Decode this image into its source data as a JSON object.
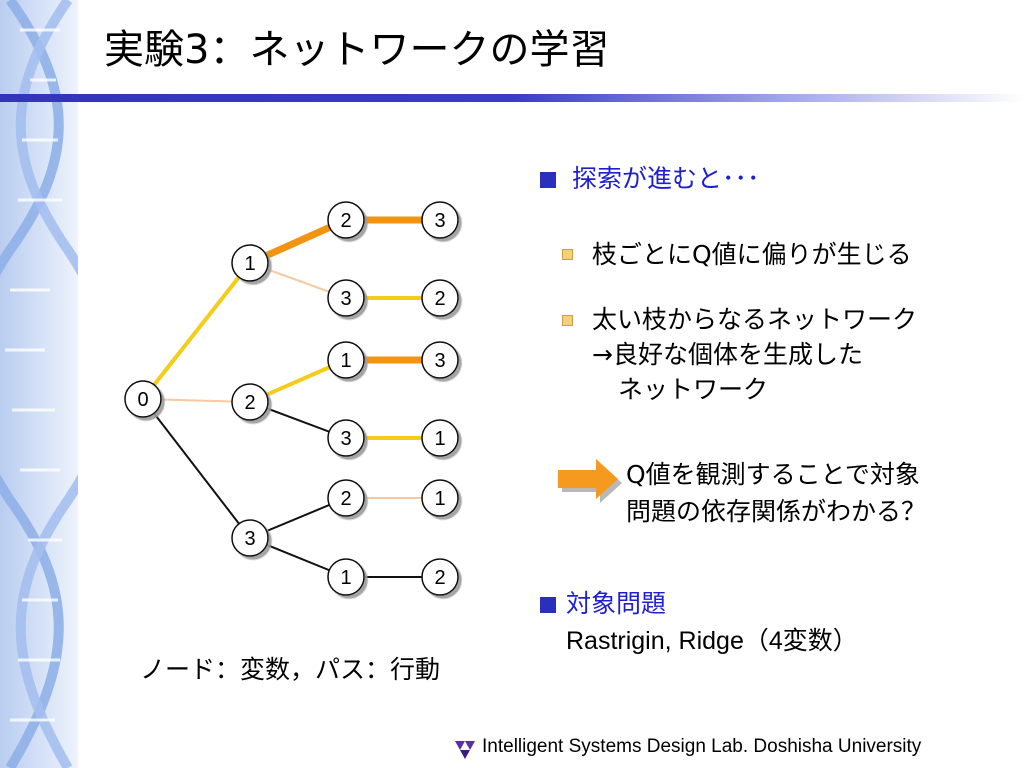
{
  "slide": {
    "title": "実験3：ネットワークの学習",
    "caption": "ノード：変数，パス：行動",
    "footer": "Intelligent Systems Design Lab. Doshisha University"
  },
  "bullets": {
    "main1": "探索が進むと･･･",
    "sub1": "枝ごとにQ値に偏りが生じる",
    "sub2_line1": "太い枝からなるネットワーク",
    "sub2_line2": "→良好な個体を生成した",
    "sub2_line3": "ネットワーク",
    "arrow_line1": "Q値を観測することで対象",
    "arrow_line2": "問題の依存関係がわかる？",
    "main2": "対象問題",
    "main2_detail": "Rastrigin, Ridge（4変数）"
  },
  "network": {
    "nodes": [
      {
        "id": "root",
        "label": "0"
      },
      {
        "id": "n1",
        "label": "1"
      },
      {
        "id": "n2",
        "label": "2"
      },
      {
        "id": "n3",
        "label": "3"
      },
      {
        "id": "n1a",
        "label": "2"
      },
      {
        "id": "n1a1",
        "label": "3"
      },
      {
        "id": "n1b",
        "label": "3"
      },
      {
        "id": "n1b1",
        "label": "2"
      },
      {
        "id": "n2a",
        "label": "1"
      },
      {
        "id": "n2a1",
        "label": "3"
      },
      {
        "id": "n2b",
        "label": "3"
      },
      {
        "id": "n2b1",
        "label": "1"
      },
      {
        "id": "n3a",
        "label": "2"
      },
      {
        "id": "n3a1",
        "label": "1"
      },
      {
        "id": "n3b",
        "label": "1"
      },
      {
        "id": "n3b1",
        "label": "2"
      }
    ],
    "edges": [
      {
        "from": "root",
        "to": "n1",
        "color": "#f5cc18",
        "weight": "thick"
      },
      {
        "from": "root",
        "to": "n2",
        "color": "#f8c9a0",
        "weight": "thin"
      },
      {
        "from": "root",
        "to": "n3",
        "color": "#111111",
        "weight": "thin"
      },
      {
        "from": "n1",
        "to": "n1a",
        "color": "#f29410",
        "weight": "heavy"
      },
      {
        "from": "n1",
        "to": "n1b",
        "color": "#f8c9a0",
        "weight": "thin"
      },
      {
        "from": "n2",
        "to": "n2a",
        "color": "#f5cc18",
        "weight": "thick"
      },
      {
        "from": "n2",
        "to": "n2b",
        "color": "#111111",
        "weight": "thin"
      },
      {
        "from": "n3",
        "to": "n3a",
        "color": "#111111",
        "weight": "thin"
      },
      {
        "from": "n3",
        "to": "n3b",
        "color": "#111111",
        "weight": "thin"
      },
      {
        "from": "n1a",
        "to": "n1a1",
        "color": "#f29410",
        "weight": "heavy"
      },
      {
        "from": "n1b",
        "to": "n1b1",
        "color": "#f5cc18",
        "weight": "thick"
      },
      {
        "from": "n2a",
        "to": "n2a1",
        "color": "#f29410",
        "weight": "heavy"
      },
      {
        "from": "n2b",
        "to": "n2b1",
        "color": "#f5cc18",
        "weight": "thick"
      },
      {
        "from": "n3a",
        "to": "n3a1",
        "color": "#f8c9a0",
        "weight": "thin"
      },
      {
        "from": "n3b",
        "to": "n3b1",
        "color": "#111111",
        "weight": "thin"
      }
    ]
  },
  "colors": {
    "accent_blue": "#2b2fbd",
    "arrow_orange": "#f59a1e",
    "edge_orange": "#f29410",
    "edge_yellow": "#f5cc18",
    "edge_peach": "#f8c9a0"
  }
}
